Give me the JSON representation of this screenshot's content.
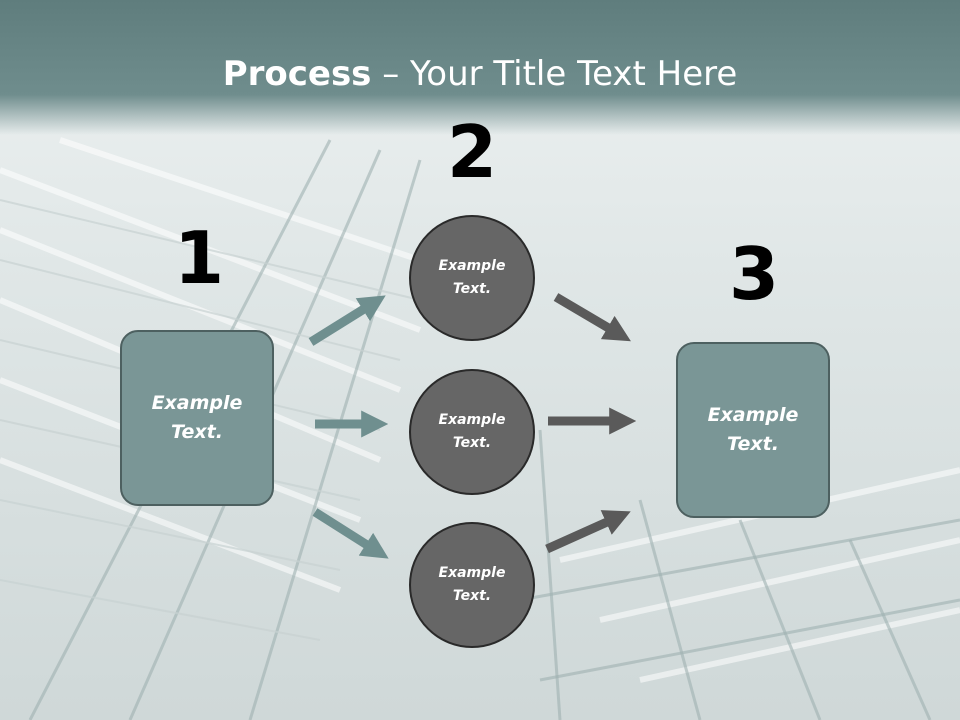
{
  "title": {
    "bold": "Process",
    "rest": " – Your Title Text Here"
  },
  "steps": [
    {
      "number": "1",
      "text_line1": "Example",
      "text_line2": "Text."
    },
    {
      "number": "2"
    },
    {
      "number": "3",
      "text_line1": "Example",
      "text_line2": "Text."
    }
  ],
  "circles": [
    {
      "text_line1": "Example",
      "text_line2": "Text."
    },
    {
      "text_line1": "Example",
      "text_line2": "Text."
    },
    {
      "text_line1": "Example",
      "text_line2": "Text."
    }
  ],
  "colors": {
    "title_bar": "#6f8d8d",
    "box_fill": "#7a9696",
    "circle_fill": "#666666",
    "left_arrows": "#6f8f8f",
    "right_arrows": "#5a5a5a"
  }
}
